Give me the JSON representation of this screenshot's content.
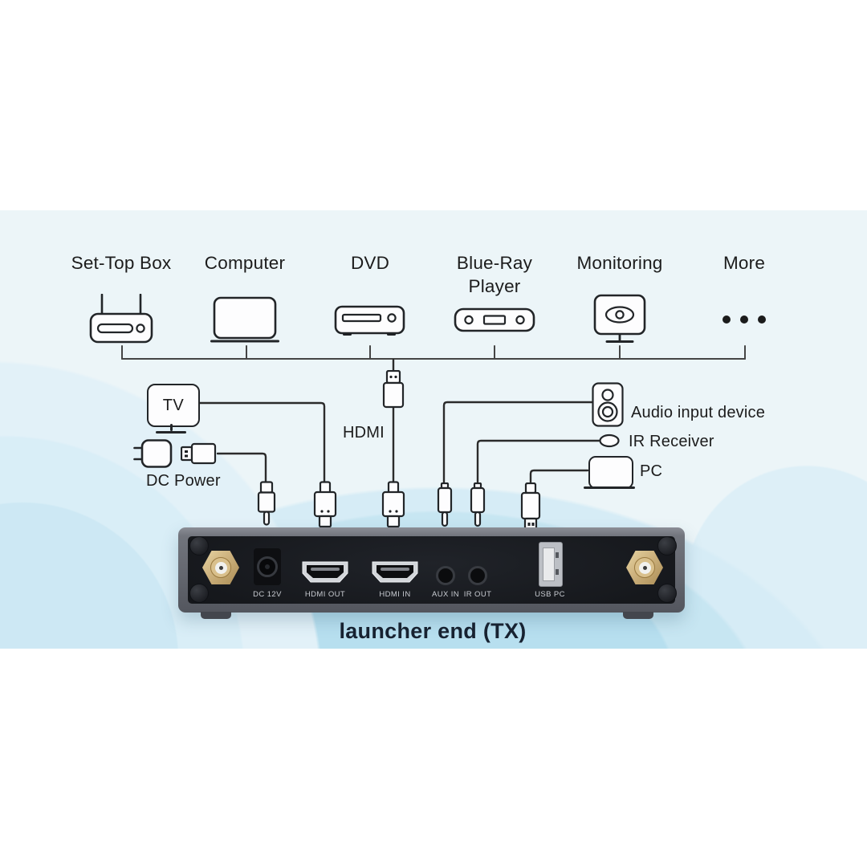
{
  "sources": {
    "items": [
      {
        "label": "Set-Top Box",
        "icon": "set-top-box-icon"
      },
      {
        "label": "Computer",
        "icon": "laptop-icon"
      },
      {
        "label": "DVD",
        "icon": "dvd-player-icon"
      },
      {
        "label": "Blue-Ray Player",
        "icon": "bluray-player-icon"
      },
      {
        "label": "Monitoring",
        "icon": "monitoring-eye-icon"
      },
      {
        "label": "More",
        "icon": "ellipsis-icon"
      }
    ]
  },
  "peripherals": {
    "tv_label": "TV",
    "hdmi_cable_label": "HDMI",
    "dc_power_label": "DC Power",
    "audio_input_label": "Audio input device",
    "ir_receiver_label": "IR Receiver",
    "pc_label": "PC"
  },
  "device": {
    "caption": "launcher end (TX)",
    "ports": [
      {
        "label": "DC 12V"
      },
      {
        "label": "HDMI OUT"
      },
      {
        "label": "HDMI IN"
      },
      {
        "label": "AUX IN"
      },
      {
        "label": "IR OUT"
      },
      {
        "label": "USB PC"
      }
    ]
  },
  "colors": {
    "panel_base": "#ecf5f8",
    "wave_blue": "#b7dfef",
    "wire_line": "#2b2b2b",
    "device_body": "#15171b",
    "device_frame": "#72757d",
    "antenna_gold": "#cdb27e",
    "text_dark": "#1c1c1c",
    "caption_navy": "#172231",
    "port_label": "#c9ccd2"
  }
}
